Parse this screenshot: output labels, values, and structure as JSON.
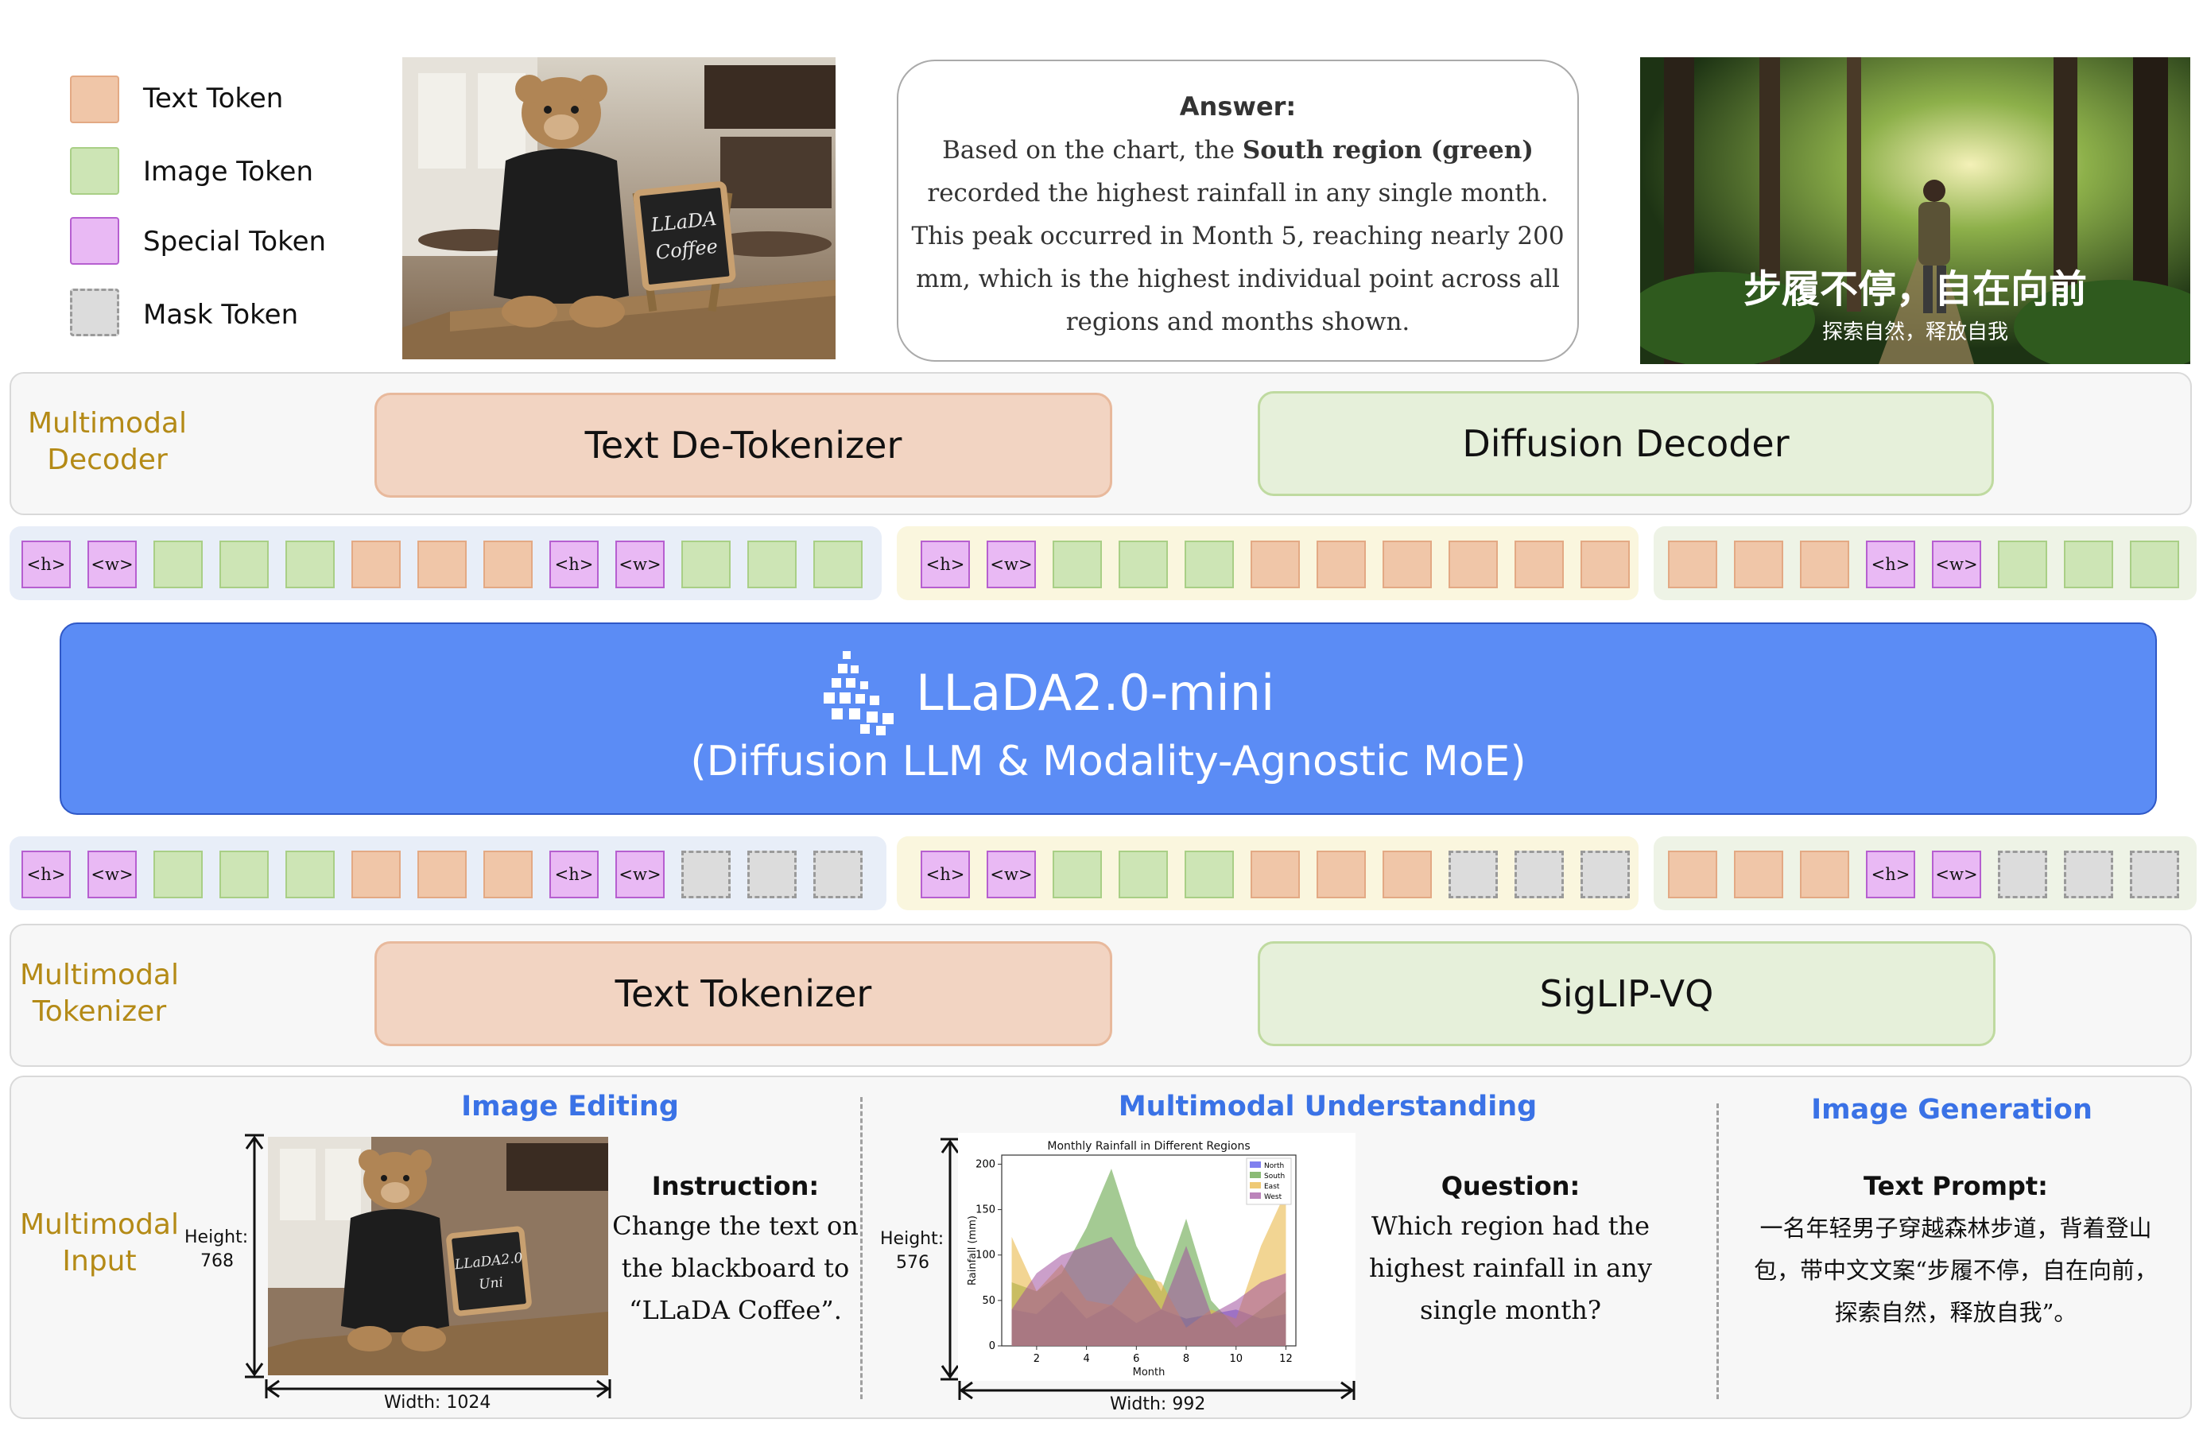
{
  "legend": {
    "text_token": "Text Token",
    "image_token": "Image Token",
    "special_token": "Special Token",
    "mask_token": "Mask Token"
  },
  "colors": {
    "text_token": "#f0c6a8",
    "image_token": "#cde5b5",
    "special_token": "#e9b9f4",
    "mask_token": "#dcdcdc",
    "main_block": "#5b8cf5",
    "section_label": "#b48a16",
    "task_title": "#3a72e6"
  },
  "outputs": {
    "edited_image_sign": [
      "LLaDA",
      "Coffee"
    ],
    "answer": {
      "heading": "Answer:",
      "lines": [
        [
          "Based on the chart, the ",
          "South region (green)",
          ""
        ],
        [
          "recorded the highest rainfall in any single month.",
          "",
          ""
        ],
        [
          "This peak occurred in Month 5, reaching nearly 200",
          "",
          ""
        ],
        [
          "mm, which is the highest individual point across all",
          "",
          ""
        ],
        [
          "regions and months shown.",
          "",
          ""
        ]
      ]
    },
    "generated_image_text": {
      "main": "步履不停，自在向前",
      "sub": "探索自然，释放自我"
    }
  },
  "decoder": {
    "label_line1": "Multimodal",
    "label_line2": "Decoder",
    "text_detokenizer": "Text De-Tokenizer",
    "diffusion_decoder": "Diffusion Decoder"
  },
  "special_tokens": {
    "h": "<h>",
    "w": "<w>"
  },
  "output_tokens": [
    [
      "special_h",
      "special_w",
      "image",
      "image",
      "image",
      "text",
      "text",
      "text",
      "special_h",
      "special_w",
      "image",
      "image",
      "image"
    ],
    [
      "special_h",
      "special_w",
      "image",
      "image",
      "image",
      "text",
      "text",
      "text",
      "text",
      "text",
      "text"
    ],
    [
      "text",
      "text",
      "text",
      "special_h",
      "special_w",
      "image",
      "image",
      "image"
    ]
  ],
  "model": {
    "name": "LLaDA2.0-mini",
    "subtitle": "(Diffusion LLM & Modality-Agnostic MoE)"
  },
  "input_tokens": [
    [
      "special_h",
      "special_w",
      "image",
      "image",
      "image",
      "text",
      "text",
      "text",
      "special_h",
      "special_w",
      "mask",
      "mask",
      "mask"
    ],
    [
      "special_h",
      "special_w",
      "image",
      "image",
      "image",
      "text",
      "text",
      "text",
      "mask",
      "mask",
      "mask"
    ],
    [
      "text",
      "text",
      "text",
      "special_h",
      "special_w",
      "mask",
      "mask",
      "mask"
    ]
  ],
  "tokenizer": {
    "label_line1": "Multimodal",
    "label_line2": "Tokenizer",
    "text_tokenizer": "Text Tokenizer",
    "siglip_vq": "SigLIP-VQ"
  },
  "input": {
    "label_line1": "Multimodal",
    "label_line2": "Input",
    "image_editing": {
      "title": "Image Editing",
      "height_label": "Height:",
      "height_value": "768",
      "width_label": "Width: 1024",
      "image_sign": [
        "LLaDA2.0",
        "Uni"
      ],
      "instruction_heading": "Instruction:",
      "instruction_lines": [
        "Change the text on",
        "the blackboard to",
        "“LLaDA Coffee”."
      ]
    },
    "understanding": {
      "title": "Multimodal Understanding",
      "height_label": "Height:",
      "height_value": "576",
      "width_label": "Width: 992",
      "question_heading": "Question:",
      "question_lines": [
        "Which region had the",
        "highest rainfall in any",
        "single month?"
      ]
    },
    "generation": {
      "title": "Image Generation",
      "prompt_heading": "Text Prompt:",
      "prompt_lines": [
        "一名年轻男子穿越森林步道，背着登山",
        "包，带中文文案“步履不停，自在向前，",
        "探索自然，释放自我”。"
      ]
    }
  },
  "chart_data": {
    "type": "area",
    "title": "Monthly Rainfall in Different Regions",
    "xlabel": "Month",
    "ylabel": "Rainfall (mm)",
    "xlim": [
      1,
      12
    ],
    "ylim": [
      0,
      210
    ],
    "xticks": [
      2,
      4,
      6,
      8,
      10,
      12
    ],
    "yticks": [
      0,
      50,
      100,
      150,
      200
    ],
    "legend_position": "top-right",
    "x": [
      1,
      2,
      3,
      4,
      5,
      6,
      7,
      8,
      9,
      10,
      11,
      12
    ],
    "series": [
      {
        "name": "North",
        "color": "#4a4ae8",
        "values": [
          40,
          35,
          60,
          30,
          45,
          25,
          40,
          30,
          35,
          40,
          30,
          35
        ]
      },
      {
        "name": "South",
        "color": "#5a9e3a",
        "values": [
          70,
          60,
          80,
          130,
          195,
          110,
          60,
          140,
          50,
          20,
          40,
          60
        ]
      },
      {
        "name": "East",
        "color": "#e8b33a",
        "values": [
          120,
          60,
          90,
          50,
          45,
          80,
          70,
          20,
          40,
          30,
          110,
          170
        ]
      },
      {
        "name": "West",
        "color": "#a0509e",
        "values": [
          40,
          80,
          100,
          110,
          120,
          80,
          40,
          110,
          35,
          50,
          70,
          80
        ]
      }
    ]
  }
}
